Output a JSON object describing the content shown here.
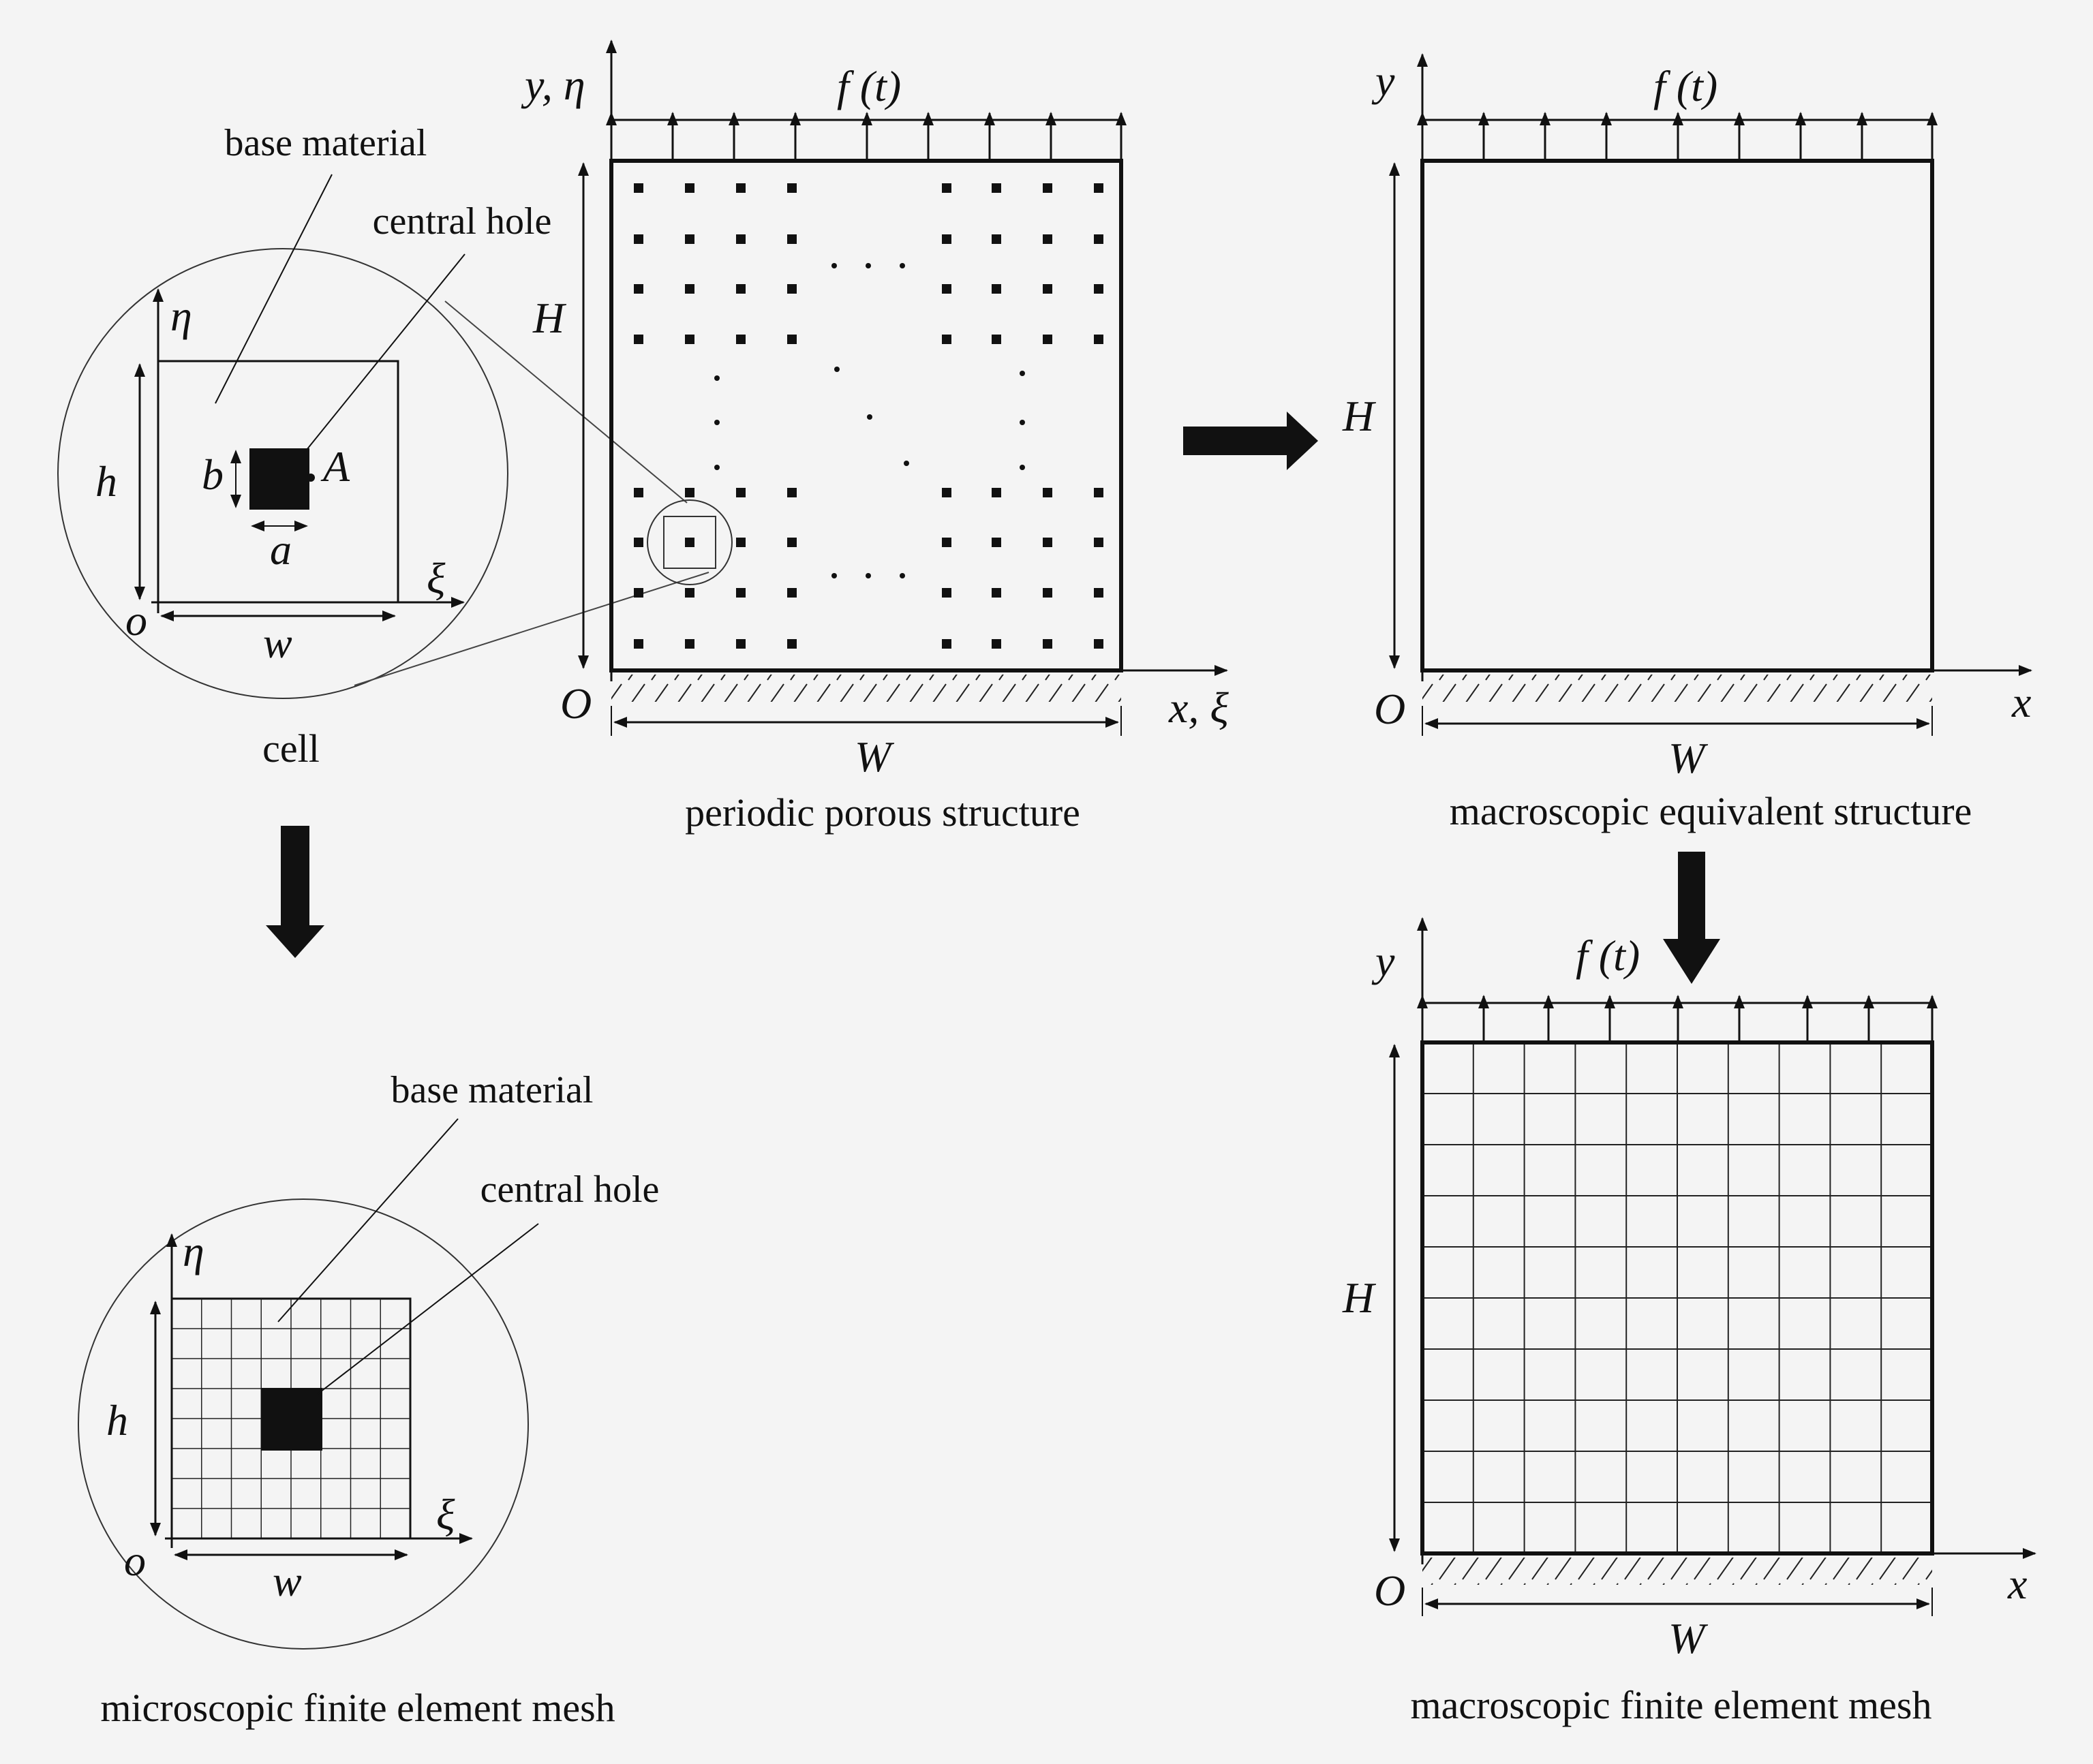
{
  "labels": {
    "base_material": "base material",
    "central_hole": "central hole",
    "cell": "cell",
    "periodic_porous_structure": "periodic porous structure",
    "macroscopic_equivalent_structure": "macroscopic equivalent structure",
    "microscopic_fe_mesh": "microscopic finite element mesh",
    "macroscopic_fe_mesh": "macroscopic finite element mesh"
  },
  "symbols": {
    "eta": "η",
    "xi": "ξ",
    "h": "h",
    "w": "w",
    "a": "a",
    "b": "b",
    "A": "A",
    "o": "o",
    "O": "O",
    "H": "H",
    "W": "W",
    "y_eta": "y, η",
    "x_xi": "x, ξ",
    "y": "y",
    "x": "x",
    "load": "f (t)"
  },
  "colors": {
    "ink": "#111111",
    "background": "#f4f4f4"
  }
}
